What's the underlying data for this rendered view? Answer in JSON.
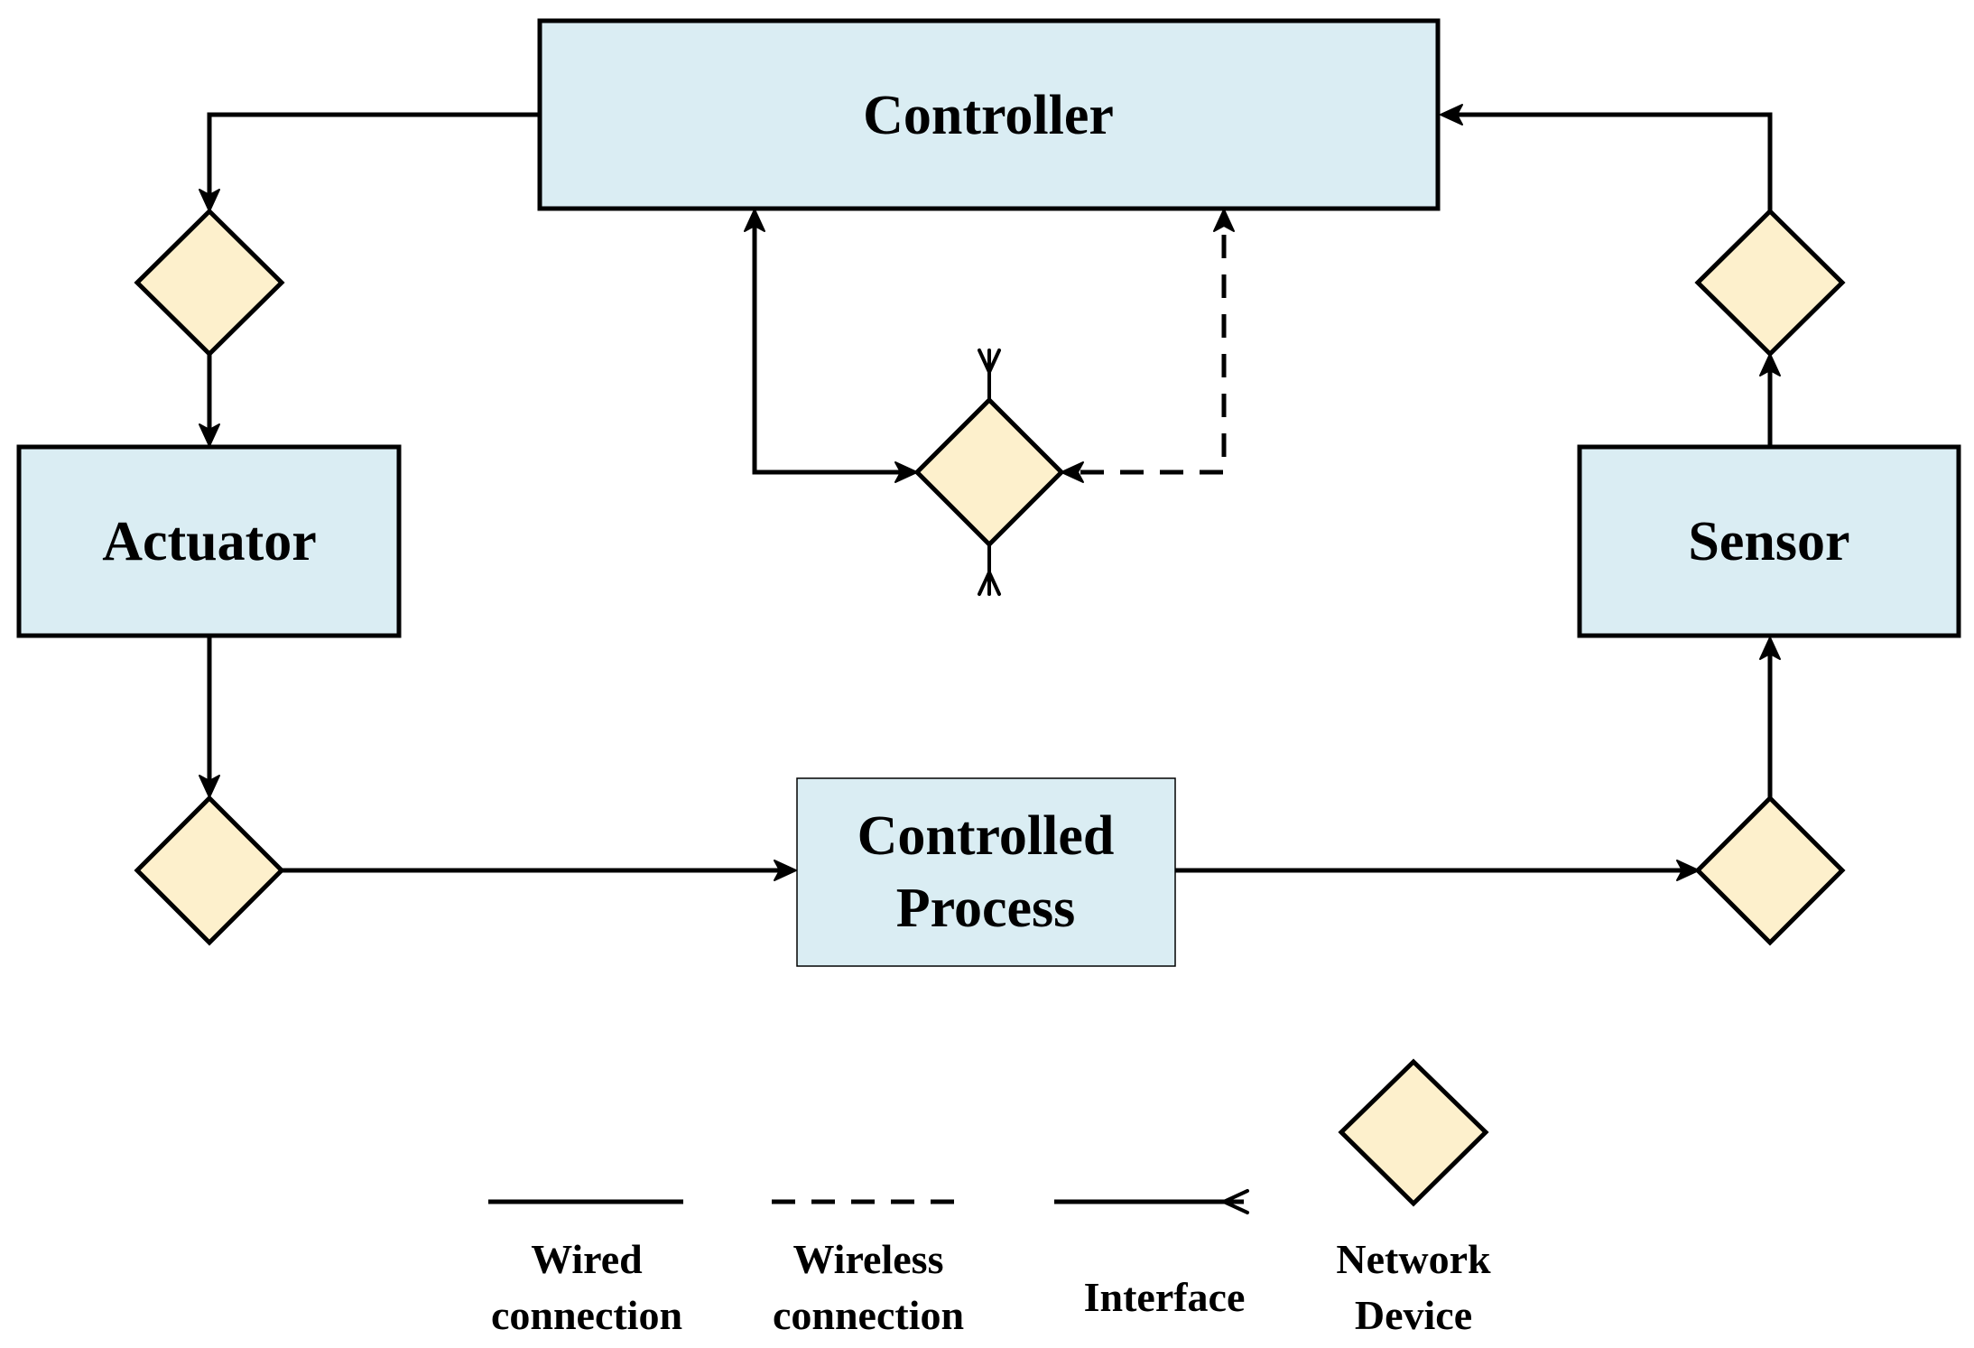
{
  "nodes": {
    "controller": "Controller",
    "actuator": "Actuator",
    "sensor": "Sensor",
    "process_line1": "Controlled",
    "process_line2": "Process"
  },
  "legend": {
    "wired_line1": "Wired",
    "wired_line2": "connection",
    "wireless_line1": "Wireless",
    "wireless_line2": "connection",
    "interface": "Interface",
    "network_line1": "Network",
    "network_line2": "Device"
  },
  "colors": {
    "box_fill": "#daedf3",
    "device_fill": "#fdf0cc",
    "stroke": "#000000"
  }
}
